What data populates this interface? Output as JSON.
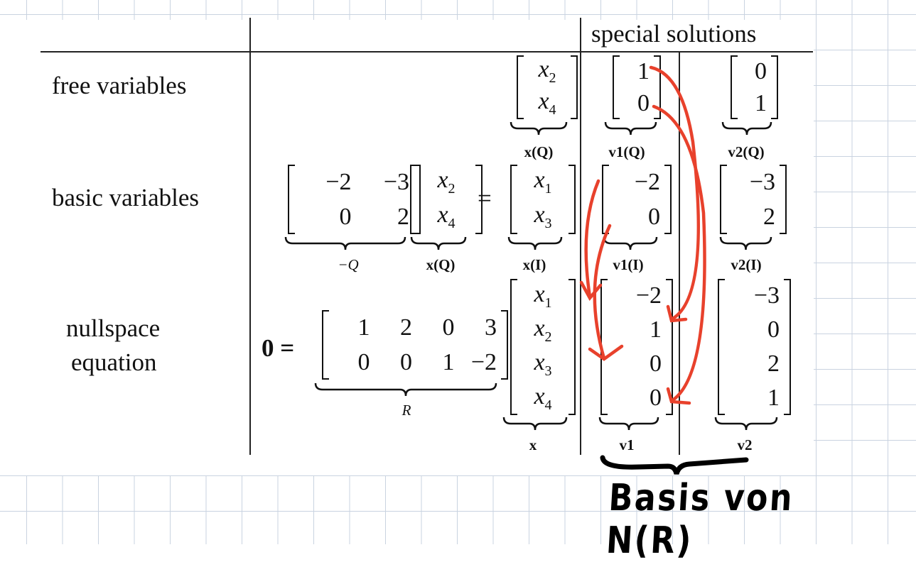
{
  "header": {
    "special_solutions": "special solutions"
  },
  "rows": {
    "free": "free variables",
    "basic": "basic variables",
    "nullspace_line1": "nullspace",
    "nullspace_line2": "equation"
  },
  "free_row": {
    "xQ": {
      "entries": [
        "x2",
        "x4"
      ],
      "label": "x(Q)"
    },
    "v1Q": {
      "entries": [
        "1",
        "0"
      ],
      "label": "v1(Q)"
    },
    "v2Q": {
      "entries": [
        "0",
        "1"
      ],
      "label": "v2(Q)"
    }
  },
  "basic_row": {
    "negQ": {
      "entries": [
        [
          "−2",
          "−3"
        ],
        [
          "0",
          "2"
        ]
      ],
      "label": "−Q"
    },
    "xQ": {
      "entries": [
        "x2",
        "x4"
      ],
      "label": "x(Q)"
    },
    "equals": "=",
    "xI": {
      "entries": [
        "x1",
        "x3"
      ],
      "label": "x(I)"
    },
    "v1I": {
      "entries": [
        "−2",
        "0"
      ],
      "label": "v1(I)"
    },
    "v2I": {
      "entries": [
        "−3",
        "2"
      ],
      "label": "v2(I)"
    }
  },
  "nullspace_row": {
    "lhs": "0 =",
    "R": {
      "entries": [
        [
          "1",
          "2",
          "0",
          "3"
        ],
        [
          "0",
          "0",
          "1",
          "−2"
        ]
      ],
      "label": "R"
    },
    "x": {
      "entries": [
        "x1",
        "x2",
        "x3",
        "x4"
      ],
      "label": "x"
    },
    "v1": {
      "entries": [
        "−2",
        "1",
        "0",
        "0"
      ],
      "label": "v1"
    },
    "v2": {
      "entries": [
        "−3",
        "0",
        "2",
        "1"
      ],
      "label": "v2"
    }
  },
  "annotation": {
    "text": "Basis von N(R)",
    "arrow_color": "#e8412c"
  }
}
